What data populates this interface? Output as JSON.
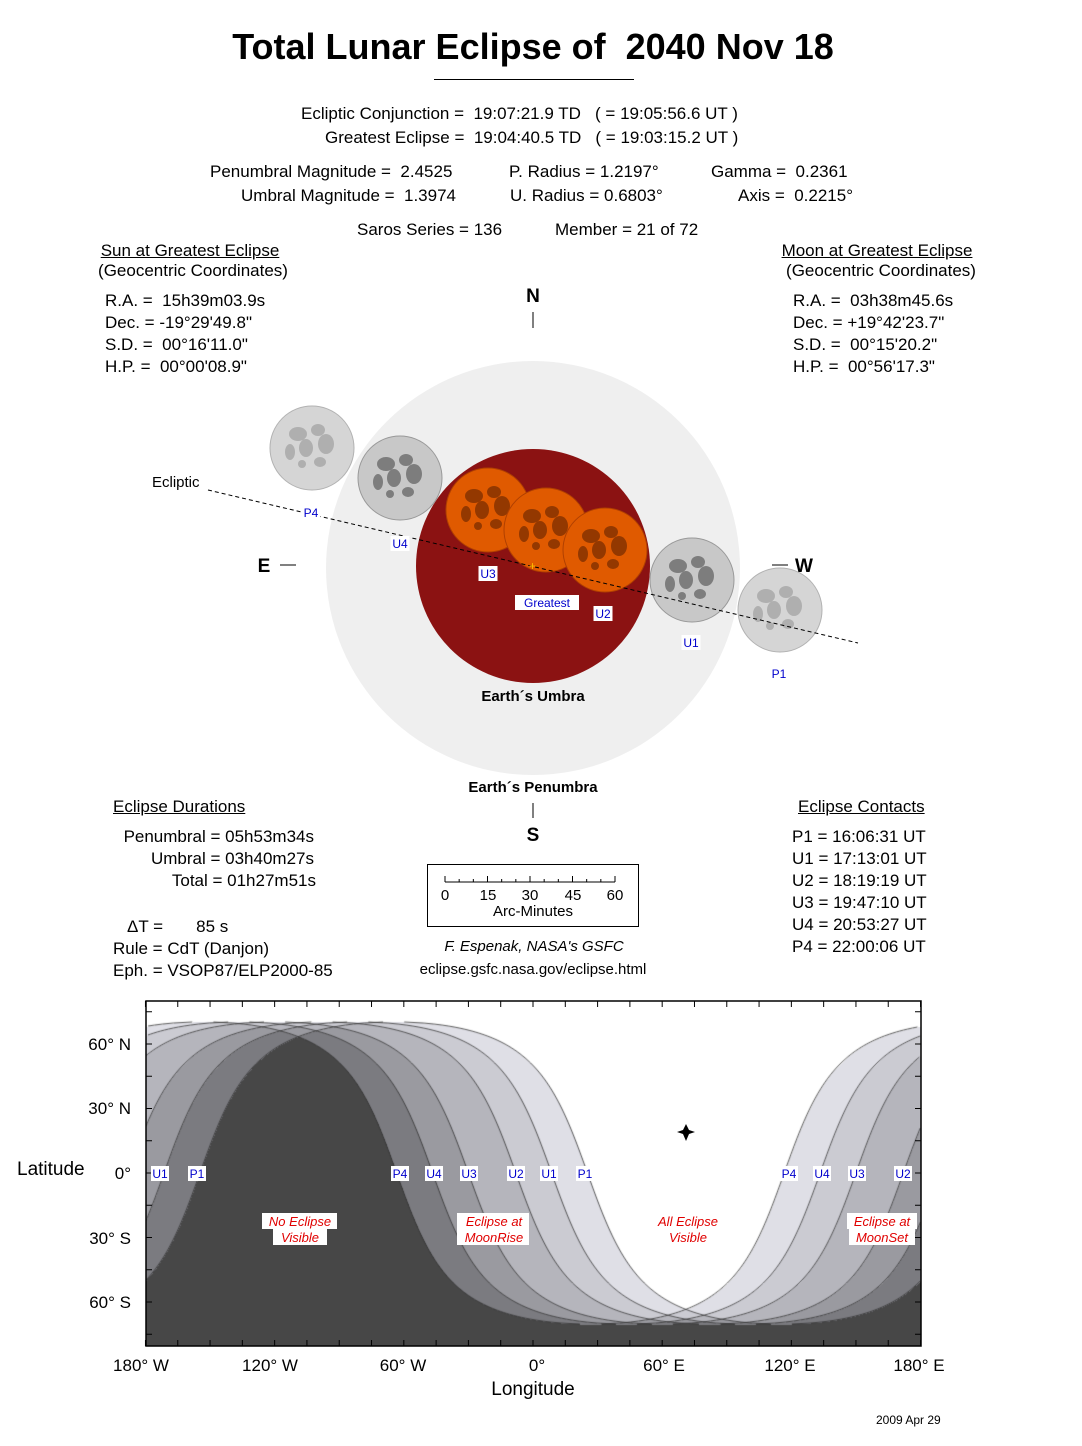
{
  "title": "Total Lunar Eclipse of  2040 Nov 18",
  "header": {
    "conjunction": "Ecliptic Conjunction =  19:07:21.9 TD   ( = 19:05:56.6 UT )",
    "greatest": "Greatest Eclipse =  19:04:40.5 TD   ( = 19:03:15.2 UT )",
    "pen_mag": "Penumbral Magnitude =  2.4525",
    "umb_mag": "Umbral Magnitude =  1.3974",
    "p_radius": "P. Radius = 1.2197°",
    "u_radius": "U. Radius = 0.6803°",
    "gamma": "Gamma =  0.2361",
    "axis": "Axis =  0.2215°",
    "saros": "Saros Series = 136",
    "member": "Member = 21 of 72"
  },
  "sun": {
    "heading": "Sun at Greatest Eclipse",
    "sub": "(Geocentric Coordinates)",
    "rows": [
      "R.A. =  15h39m03.9s",
      "Dec. = -19°29'49.8\"",
      "S.D. =  00°16'11.0\"",
      "H.P. =  00°00'08.9\""
    ]
  },
  "moon": {
    "heading": "Moon at Greatest Eclipse",
    "sub": "(Geocentric Coordinates)",
    "rows": [
      "R.A. =  03h38m45.6s",
      "Dec. = +19°42'23.7\"",
      "S.D. =  00°15'20.2\"",
      "H.P. =  00°56'17.3\""
    ]
  },
  "diagram": {
    "north": "N",
    "south": "S",
    "east": "E",
    "west": "W",
    "ecliptic": "Ecliptic",
    "umbra": "Earth´s Umbra",
    "penumbra": "Earth´s Penumbra",
    "labels": {
      "p4": "P4",
      "u4": "U4",
      "u3": "U3",
      "greatest": "Greatest",
      "u2": "U2",
      "u1": "U1",
      "p1": "P1"
    },
    "colors": {
      "penumbra": "#efefef",
      "umbra": "#8b1212",
      "moon_eclipsed": "#e05a00",
      "moon_outside": "#b4b4b4"
    }
  },
  "durations": {
    "heading": "Eclipse Durations",
    "rows": [
      "Penumbral = 05h53m34s",
      "Umbral = 03h40m27s",
      "Total = 01h27m51s"
    ],
    "delta_t": "ΔT =       85 s",
    "rule": "Rule = CdT (Danjon)",
    "eph": "Eph. = VSOP87/ELP2000-85"
  },
  "contacts": {
    "heading": "Eclipse Contacts",
    "rows": [
      "P1 = 16:06:31 UT",
      "U1 = 17:13:01 UT",
      "U2 = 18:19:19 UT",
      "U3 = 19:47:10 UT",
      "U4 = 20:53:27 UT",
      "P4 = 22:00:06 UT"
    ]
  },
  "scale": {
    "ticks": [
      "0",
      "15",
      "30",
      "45",
      "60"
    ],
    "unit": "Arc-Minutes"
  },
  "credit": {
    "author": "F. Espenak, NASA's GSFC",
    "url": "eclipse.gsfc.nasa.gov/eclipse.html"
  },
  "map": {
    "lat_title": "Latitude",
    "lon_title": "Longitude",
    "lat_labels": [
      "60° N",
      "30° N",
      "0°",
      "30° S",
      "60° S"
    ],
    "lon_labels": [
      "180° W",
      "120° W",
      "60° W",
      "0°",
      "60° E",
      "120° E",
      "180° E"
    ],
    "contact_labels": [
      "U1",
      "P1",
      "P4",
      "U4",
      "U3",
      "U2",
      "U1",
      "P1",
      "P4",
      "U4",
      "U3",
      "U2"
    ],
    "regions": {
      "none": [
        "No Eclipse",
        "Visible"
      ],
      "rise": [
        "Eclipse at",
        "MoonRise"
      ],
      "all": [
        "All Eclipse",
        "Visible"
      ],
      "set": [
        "Eclipse at",
        "MoonSet"
      ]
    },
    "contact_times_ut_hours": [
      16.1086,
      17.2169,
      18.3219,
      19.7861,
      20.8908,
      22.0017
    ],
    "greatest_ut_hours": 19.054,
    "sublunar_longitude_at_greatest": 71,
    "moon_declination": 19.7,
    "shades": [
      "#474747",
      "#7b7b80",
      "#9a9aa0",
      "#b5b5bc",
      "#cbcbd2",
      "#dfdfe6",
      "#ffffff"
    ]
  },
  "footer_date": "2009 Apr 29"
}
